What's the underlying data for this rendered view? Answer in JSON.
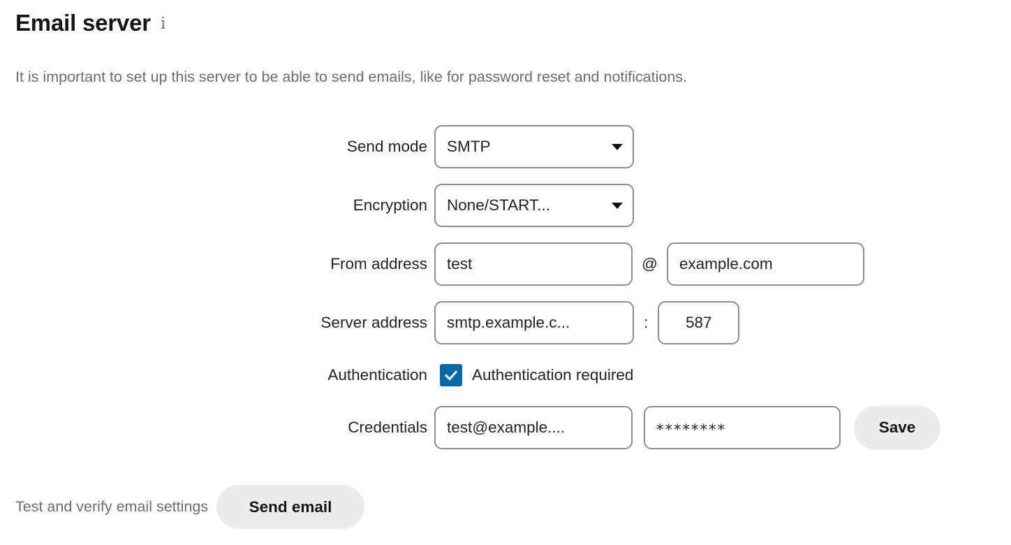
{
  "header": {
    "title": "Email server",
    "info_icon": "info-icon",
    "subtitle": "It is important to set up this server to be able to send emails, like for password reset and notifications."
  },
  "form": {
    "send_mode": {
      "label": "Send mode",
      "value": "SMTP",
      "caret": "chevron-down-icon"
    },
    "encryption": {
      "label": "Encryption",
      "value": "None/START...",
      "caret": "chevron-down-icon"
    },
    "from_address": {
      "label": "From address",
      "local_part": "test",
      "separator": "@",
      "domain": "example.com"
    },
    "server_address": {
      "label": "Server address",
      "host": "smtp.example.c...",
      "separator": ":",
      "port": "587"
    },
    "authentication": {
      "label": "Authentication",
      "checked": true,
      "checkbox_label": "Authentication required"
    },
    "credentials": {
      "label": "Credentials",
      "username": "test@example....",
      "password_masked": "********",
      "save_label": "Save"
    }
  },
  "footer": {
    "test_label": "Test and verify email settings",
    "send_email_label": "Send email"
  },
  "colors": {
    "checkbox_blue": "#0a6aa8",
    "button_grey": "#ececec",
    "field_border": "#8d8d8d",
    "muted_text": "#6d6d6d",
    "text": "#232323"
  }
}
